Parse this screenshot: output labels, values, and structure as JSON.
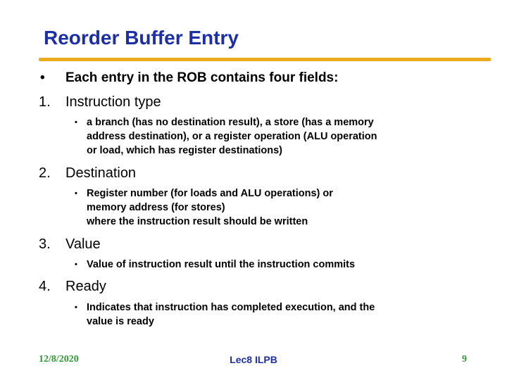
{
  "slide": {
    "title": "Reorder Buffer Entry",
    "intro_bullet": {
      "marker": "•",
      "text": "Each entry in the ROB contains four fields:"
    },
    "items": [
      {
        "num": "1.",
        "heading": "Instruction type",
        "sub_marker": "•",
        "detail": "a branch (has no destination result), a store (has a memory\naddress destination), or a register operation (ALU operation\nor load, which has register destinations)"
      },
      {
        "num": "2.",
        "heading": "Destination",
        "sub_marker": "•",
        "detail": "Register number (for loads and ALU operations) or\nmemory address (for stores)\nwhere the instruction result should be written"
      },
      {
        "num": "3.",
        "heading": "Value",
        "sub_marker": "•",
        "detail": "Value of instruction result until the instruction commits"
      },
      {
        "num": "4.",
        "heading": "Ready",
        "sub_marker": "•",
        "detail": "Indicates that instruction has completed execution, and the\nvalue is ready"
      }
    ],
    "footer": {
      "date": "12/8/2020",
      "course": "Lec8 ILPB",
      "page": "9"
    },
    "colors": {
      "title_blue": "#1c2fa6",
      "rule_gold": "#eaab1d",
      "footer_green": "#2e9a33",
      "body_black": "#000000",
      "background": "#ffffff"
    }
  }
}
